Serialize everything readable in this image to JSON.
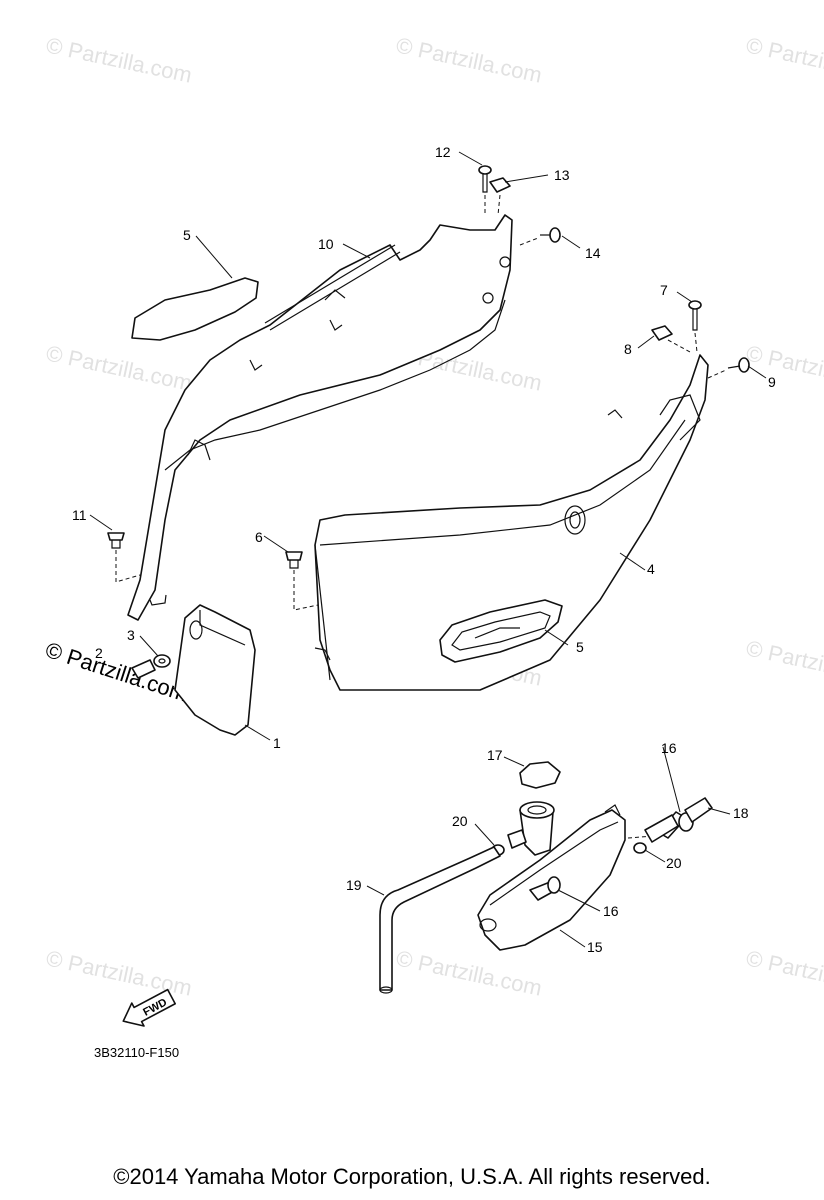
{
  "watermark": {
    "text": "© Partzilla.com"
  },
  "diagram_code": "3B32110-F150",
  "fwd_label": "FWD",
  "copyright": "©2014  Yamaha Motor Corporation, U.S.A. All rights reserved.",
  "callouts": [
    {
      "id": "c12",
      "label": "12"
    },
    {
      "id": "c13",
      "label": "13"
    },
    {
      "id": "c10",
      "label": "10"
    },
    {
      "id": "c14",
      "label": "14"
    },
    {
      "id": "c5a",
      "label": "5"
    },
    {
      "id": "c7",
      "label": "7"
    },
    {
      "id": "c8",
      "label": "8"
    },
    {
      "id": "c9",
      "label": "9"
    },
    {
      "id": "c11",
      "label": "11"
    },
    {
      "id": "c6",
      "label": "6"
    },
    {
      "id": "c4",
      "label": "4"
    },
    {
      "id": "c3",
      "label": "3"
    },
    {
      "id": "c2",
      "label": "2"
    },
    {
      "id": "c5b",
      "label": "5"
    },
    {
      "id": "c1",
      "label": "1"
    },
    {
      "id": "c17",
      "label": "17"
    },
    {
      "id": "c16a",
      "label": "16"
    },
    {
      "id": "c18",
      "label": "18"
    },
    {
      "id": "c20a",
      "label": "20"
    },
    {
      "id": "c20b",
      "label": "20"
    },
    {
      "id": "c19",
      "label": "19"
    },
    {
      "id": "c16b",
      "label": "16"
    },
    {
      "id": "c15",
      "label": "15"
    }
  ]
}
